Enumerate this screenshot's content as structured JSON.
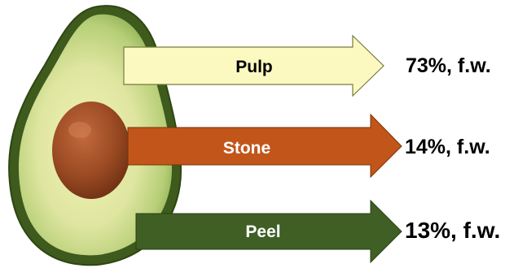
{
  "parts": [
    {
      "name": "Pulp",
      "value": "73%, f.w.",
      "arrow_color": "#fbf9bf",
      "label_color": "#000000"
    },
    {
      "name": "Stone",
      "value": "14%, f.w.",
      "arrow_color": "#c2561a",
      "label_color": "#ffffff"
    },
    {
      "name": "Peel",
      "value": "13%, f.w.",
      "arrow_color": "#3f5f25",
      "label_color": "#ffffff"
    }
  ]
}
